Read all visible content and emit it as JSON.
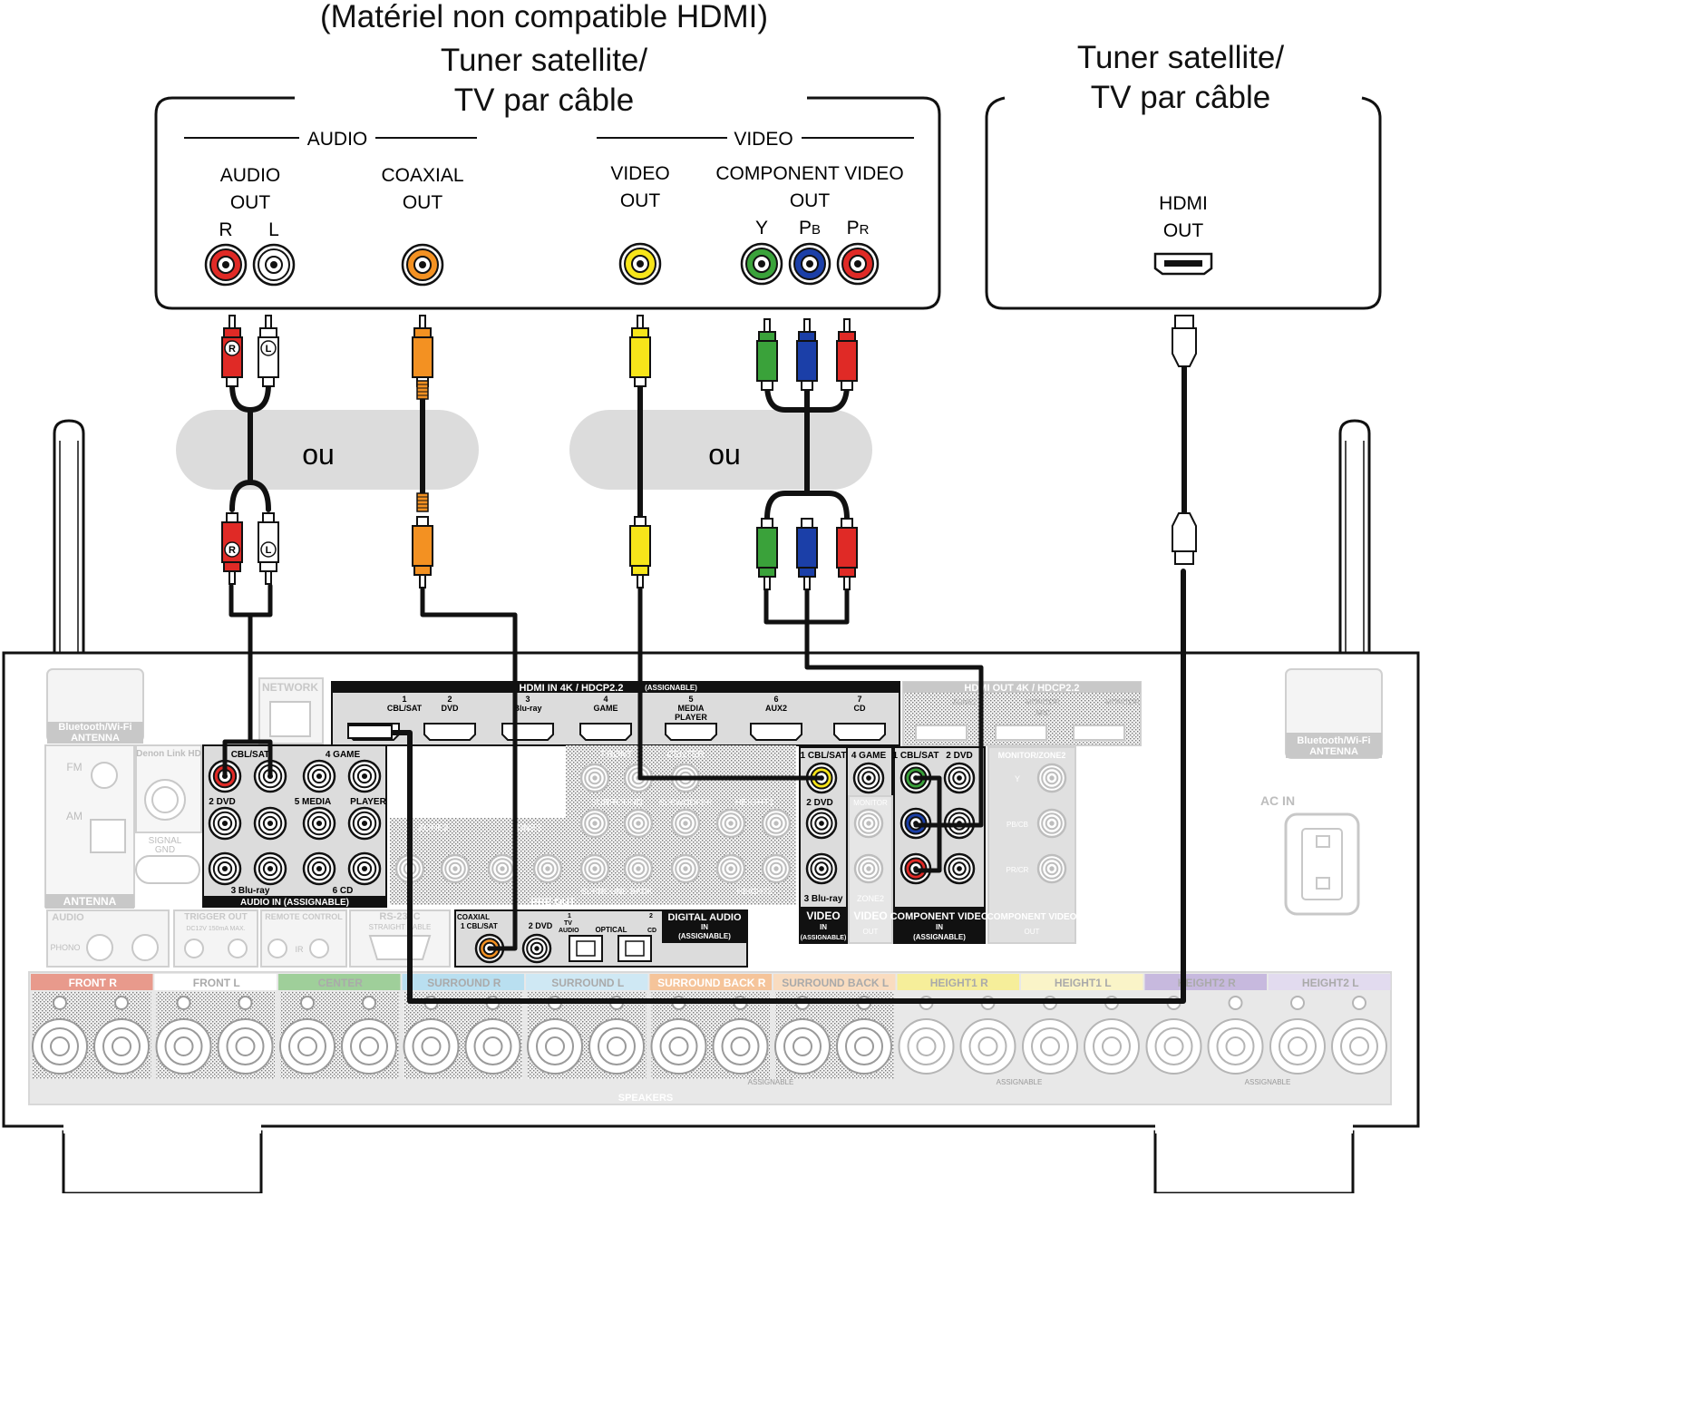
{
  "headings": {
    "left_note": "(Matériel non compatible HDMI)",
    "left_title_1": "Tuner satellite/",
    "left_title_2": "TV par câble",
    "right_title_1": "Tuner satellite/",
    "right_title_2": "TV par câble"
  },
  "left_device": {
    "audio_group": "AUDIO",
    "video_group": "VIDEO",
    "audio_out_1": "AUDIO",
    "audio_out_2": "OUT",
    "r": "R",
    "l": "L",
    "coaxial_1": "COAXIAL",
    "coaxial_2": "OUT",
    "video_out_1": "VIDEO",
    "video_out_2": "OUT",
    "component_1": "COMPONENT VIDEO",
    "component_2": "OUT",
    "y": "Y",
    "pb": "PB",
    "pr": "PR"
  },
  "right_device": {
    "hdmi_1": "HDMI",
    "hdmi_2": "OUT"
  },
  "cables": {
    "ou_1": "ou",
    "ou_2": "ou",
    "plug_r": "R",
    "plug_l": "L"
  },
  "receiver": {
    "network": "NETWORK",
    "bt_left": "Bluetooth/Wi-Fi",
    "bt_left_2": "ANTENNA",
    "bt_right": "Bluetooth/Wi-Fi",
    "bt_right_2": "ANTENNA",
    "hdmi_in": "HDMI  IN  4K / HDCP2.2",
    "hdmi_in_assign": "(ASSIGNABLE)",
    "hdmi_in_ports": [
      "1\nCBL/SAT",
      "2\nDVD",
      "3\nBlu-ray",
      "4\nGAME",
      "5\nMEDIA\nPLAYER",
      "6\nAUX2",
      "7\nCD"
    ],
    "hdmi_out": "HDMI  OUT  4K / HDCP2.2",
    "hdmi_out_zone2": "ZONE2",
    "hdmi_out_monitor": "MONITOR",
    "hdmi_out_arc": "ARC",
    "hdmi_out_monitor2": "MONITOR",
    "denon_link": "Denon Link HD",
    "signal_gnd": "SIGNAL\nGND",
    "antenna": "ANTENNA",
    "fm": "FM",
    "am": "AM",
    "audio_in_cblsat": "CBL/SAT",
    "audio_in_game": "4 GAME",
    "audio_in_dvd": "2 DVD",
    "audio_in_media": "5 MEDIA",
    "audio_in_player": "PLAYER",
    "audio_in_bluray": "3 Blu-ray",
    "audio_in_cd": "6 CD",
    "audio_in_label": "AUDIO  IN  (ASSIGNABLE)",
    "r": "R",
    "l": "L",
    "pre_out": "PRE OUT",
    "front": "FRONT",
    "center": "CENTER",
    "surround": "SURROUND",
    "subwoofer": "SUBWOOFER",
    "height1": "HEIGHT1",
    "surround_back": "SURROUND BACK",
    "height2": "HEIGHT2",
    "zone2": "ZONE2",
    "zone3": "ZONE3",
    "video_cblsat": "1 CBL/SAT",
    "video_game": "4 GAME",
    "video_dvd": "2 DVD",
    "video_bluray": "3 Blu-ray",
    "video_in": "VIDEO",
    "in": "IN",
    "assignable": "(ASSIGNABLE)",
    "monitor": "MONITOR",
    "video_zone2": "VIDEO",
    "out": "OUT",
    "comp_cblsat": "1 CBL/SAT",
    "comp_dvd": "2 DVD",
    "comp_label": "COMPONENT VIDEO",
    "comp_out_title": "MONITOR/ZONE2",
    "comp_out_y": "Y",
    "comp_out_pb": "PB/CB",
    "comp_out_pr": "PR/CR",
    "comp_out_label": "COMPONENT VIDEO",
    "ac_in": "AC IN",
    "phono_audio": "AUDIO",
    "phono": "PHONO",
    "trigger": "TRIGGER OUT",
    "trigger_spec": "DC12V 150mA MAX.",
    "remote": "REMOTE CONTROL",
    "ir": "IR",
    "rs232": "RS-232C",
    "straight": "STRAIGHT CABLE",
    "coax_in": "COAXIAL\n1 CBL/SAT",
    "coax_dvd": "2 DVD",
    "optical_tv": "1\nTV\nAUDIO",
    "optical": "OPTICAL",
    "optical_cd": "2\nCD",
    "digital_audio": "DIGITAL AUDIO",
    "speakers": "SPEAKERS",
    "speaker_labels": [
      "FRONT R",
      "FRONT L",
      "CENTER",
      "SURROUND R",
      "SURROUND L",
      "SURROUND BACK R",
      "SURROUND BACK L",
      "HEIGHT1 R",
      "HEIGHT1 L",
      "HEIGHT2 R",
      "HEIGHT2 L"
    ],
    "speaker_colors": [
      "#e89a8c",
      "#ffffff",
      "#9fcf9a",
      "#b9dff0",
      "#cfe8f4",
      "#f5c49a",
      "#f9dcc0",
      "#f6ee9a",
      "#faf4c8",
      "#c7b9de",
      "#e2dbef"
    ],
    "assignable_small": "ASSIGNABLE"
  }
}
